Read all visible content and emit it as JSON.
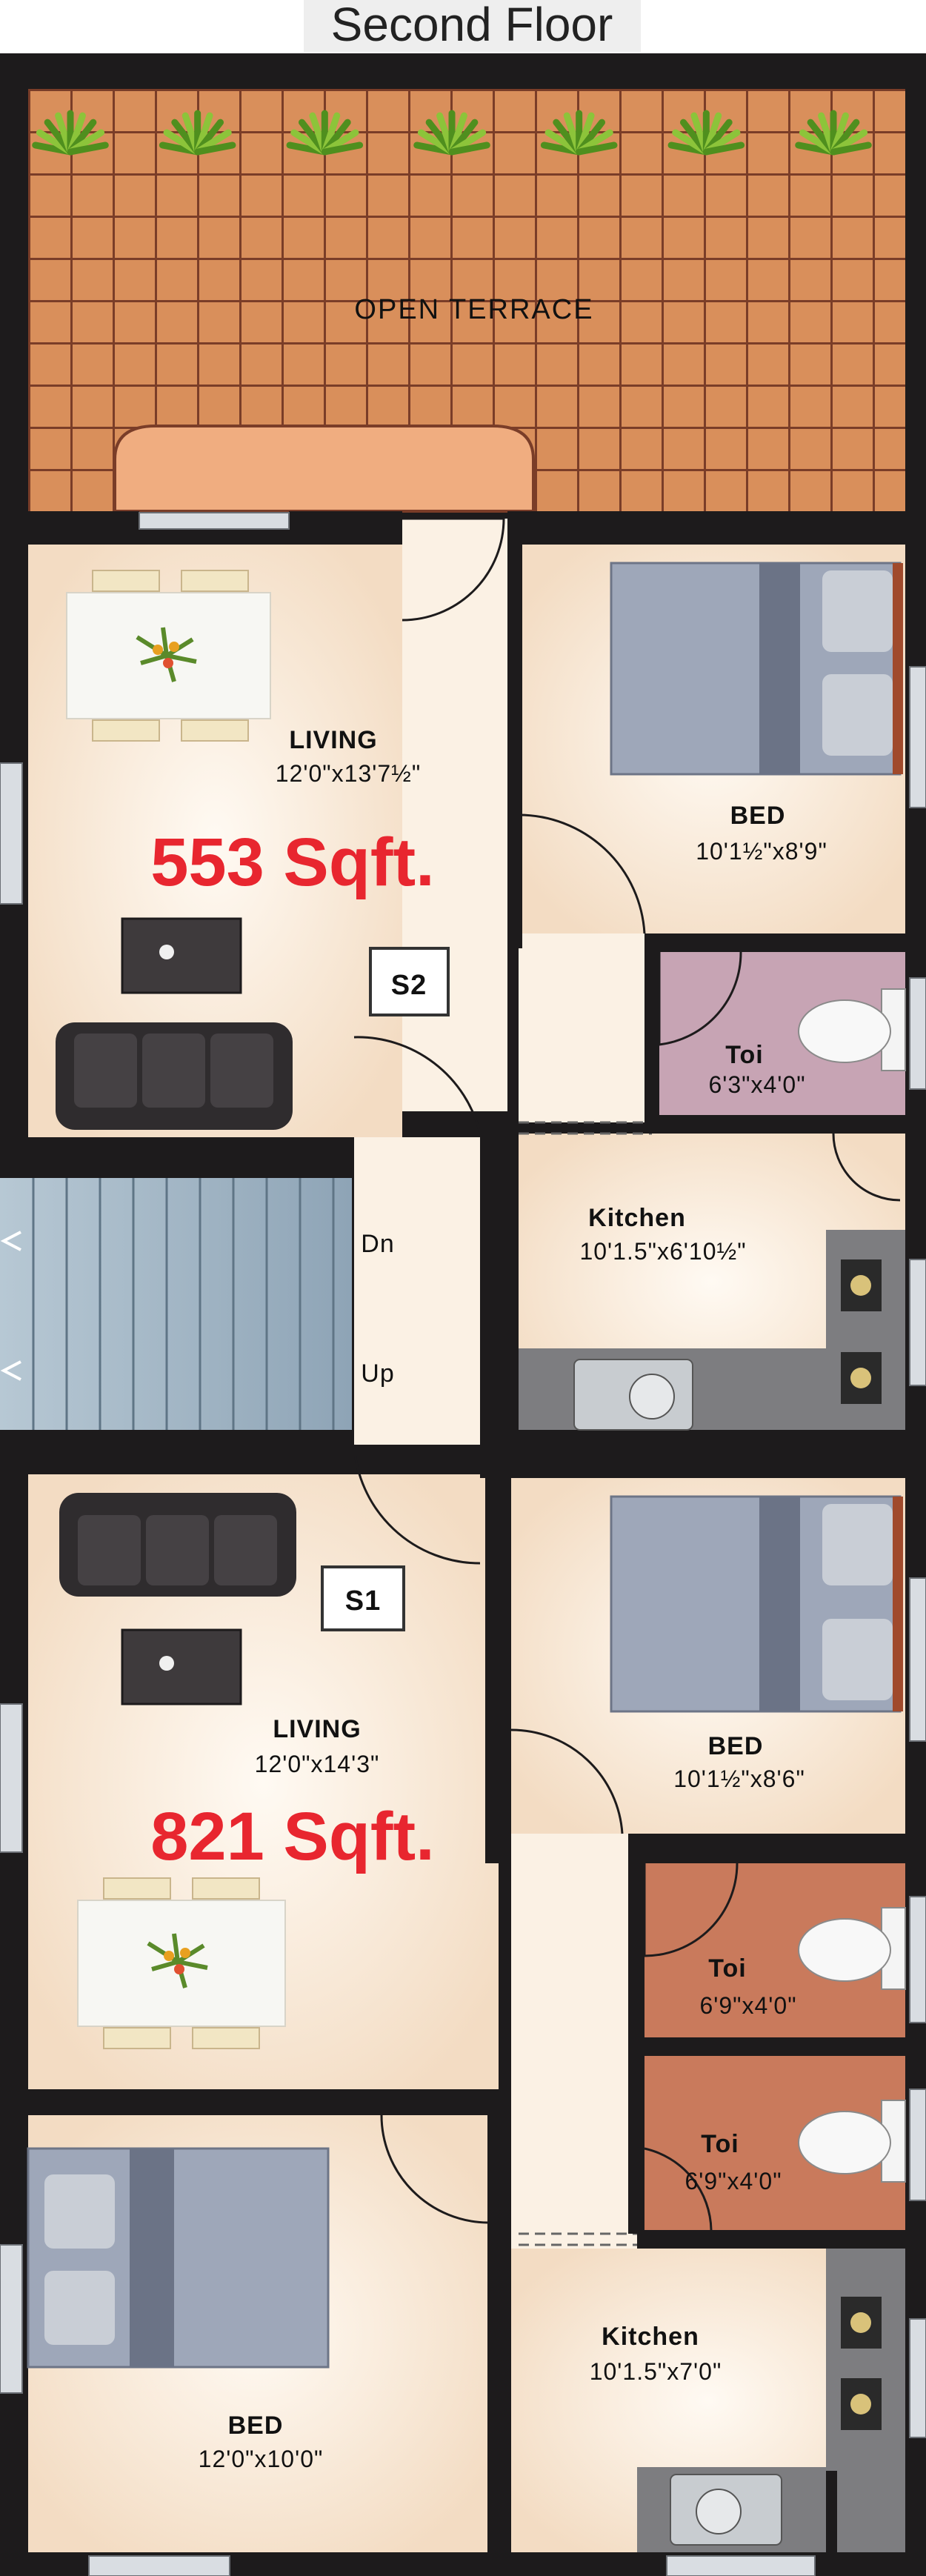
{
  "title": "Second Floor",
  "colors": {
    "wall": "#1d1b1c",
    "floor": "#fbf1e4",
    "terrace": "#d98f5b",
    "terrace_grid": "#7a3d28",
    "area_text": "#e8262f",
    "stairs": "#9fb4c4",
    "toilet_floor_upper": "#c7a4b4",
    "toilet_floor_lower": "#c97a5c",
    "kitchen_counter": "#7d7d80",
    "bed": "#9ea7b9",
    "sofa": "#2f2c2e"
  },
  "terrace": {
    "label": "OPEN TERRACE",
    "plants": 7
  },
  "unit_s2": {
    "tag": "S2",
    "area": "553 Sqft.",
    "living": {
      "label": "LIVING",
      "dims": "12'0\"x13'7½\""
    },
    "bed": {
      "label": "BED",
      "dims": "10'1½\"x8'9\""
    },
    "toilet": {
      "label": "Toi",
      "dims": "6'3\"x4'0\""
    },
    "kitchen": {
      "label": "Kitchen",
      "dims": "10'1.5\"x6'10½\""
    }
  },
  "stair": {
    "down": "Dn",
    "up": "Up"
  },
  "unit_s1": {
    "tag": "S1",
    "area": "821 Sqft.",
    "living": {
      "label": "LIVING",
      "dims": "12'0\"x14'3\""
    },
    "bed_upper": {
      "label": "BED",
      "dims": "10'1½\"x8'6\""
    },
    "toilet_1": {
      "label": "Toi",
      "dims": "6'9\"x4'0\""
    },
    "toilet_2": {
      "label": "Toi",
      "dims": "6'9\"x4'0\""
    },
    "bed_lower": {
      "label": "BED",
      "dims": "12'0\"x10'0\""
    },
    "kitchen": {
      "label": "Kitchen",
      "dims": "10'1.5\"x7'0\""
    }
  }
}
